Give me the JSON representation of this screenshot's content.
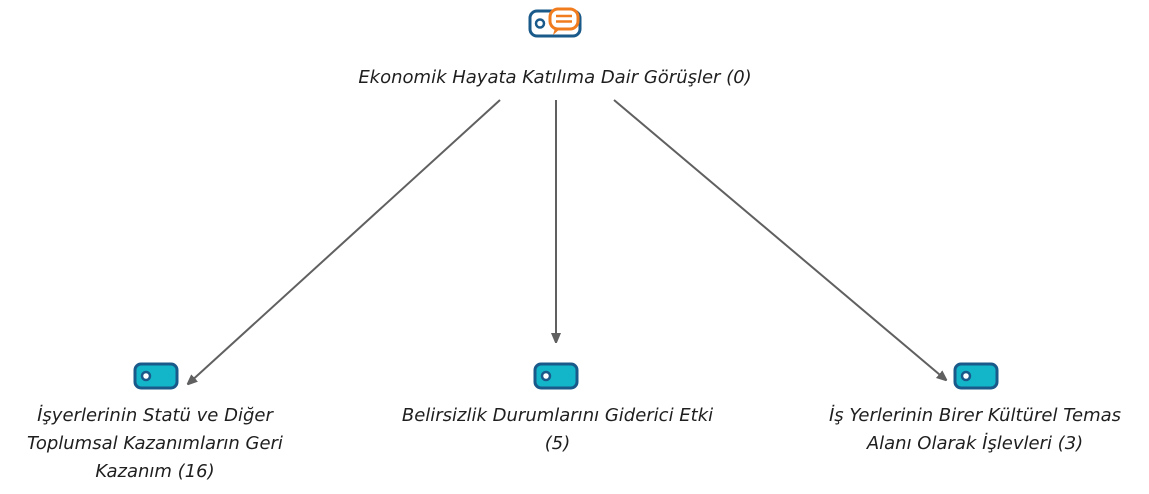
{
  "diagram": {
    "root": {
      "label": "Ekonomik Hayata Katılıma Dair Görüşler (0)",
      "icon": "code-with-memo-icon"
    },
    "children": [
      {
        "label_lines": [
          "İşyerlerinin Statü ve Diğer",
          "Toplumsal Kazanımların Geri",
          "Kazanım (16)"
        ],
        "icon": "code-icon"
      },
      {
        "label_lines": [
          "Belirsizlik Durumlarını Giderici Etki",
          "(5)"
        ],
        "icon": "code-icon"
      },
      {
        "label_lines": [
          "İş Yerlerinin Birer Kültürel Temas",
          "Alanı Olarak İşlevleri (3)"
        ],
        "icon": "code-icon"
      }
    ],
    "colors": {
      "code_fill": "#13b5c8",
      "code_outline": "#1a5a8a",
      "memo_orange": "#f07c1e",
      "edge": "#606060"
    }
  }
}
